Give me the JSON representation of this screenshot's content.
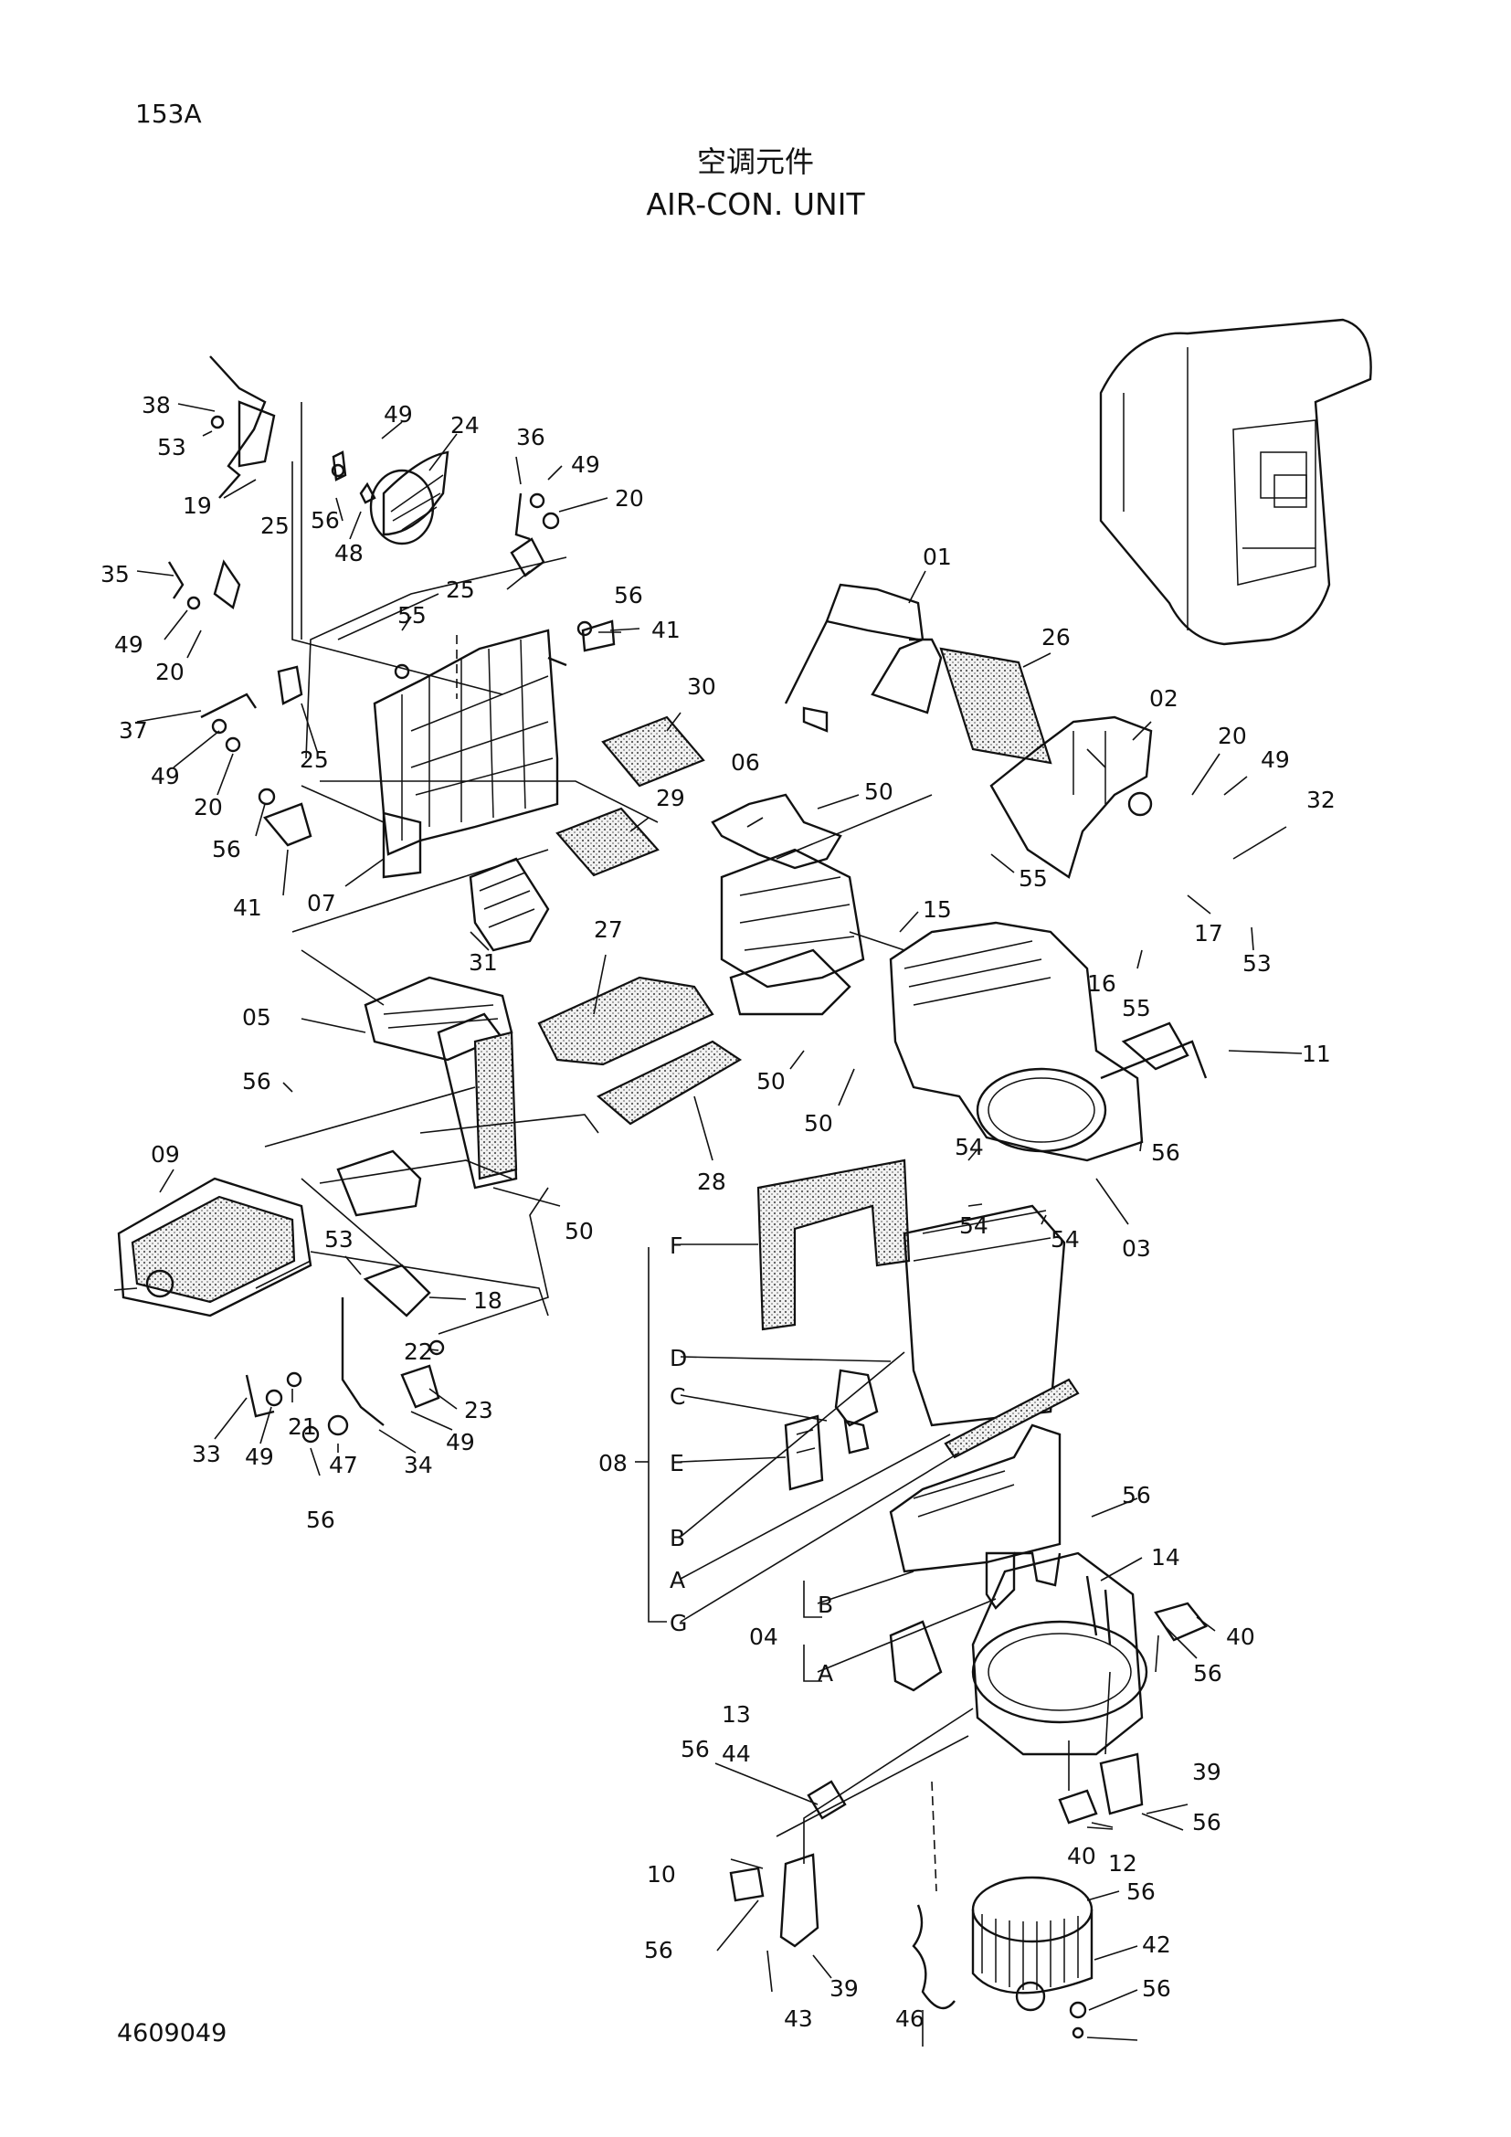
{
  "header": {
    "page_id": "153A",
    "title_cn": "空调元件",
    "title_en": "AIR-CON. UNIT"
  },
  "footer": {
    "doc_number": "4609049"
  },
  "callouts": [
    "38",
    "53",
    "19",
    "49",
    "24",
    "56",
    "48",
    "36",
    "49",
    "20",
    "25",
    "35",
    "49",
    "20",
    "25",
    "55",
    "56",
    "41",
    "37",
    "49",
    "20",
    "25",
    "56",
    "41",
    "07",
    "30",
    "29",
    "01",
    "26",
    "02",
    "20",
    "49",
    "32",
    "06",
    "50",
    "15",
    "55",
    "17",
    "53",
    "16",
    "55",
    "31",
    "27",
    "05",
    "56",
    "11",
    "50",
    "50",
    "09",
    "28",
    "54",
    "54",
    "54",
    "03",
    "56",
    "50",
    "53",
    "18",
    "22",
    "23",
    "49",
    "33",
    "49",
    "21",
    "47",
    "34",
    "56",
    "F",
    "D",
    "C",
    "E",
    "B",
    "A",
    "G",
    "08",
    "56",
    "14",
    "40",
    "04",
    "B",
    "A",
    "56",
    "13",
    "44",
    "56",
    "39",
    "56",
    "12",
    "40",
    "10",
    "56",
    "56",
    "39",
    "43",
    "42",
    "46",
    "56"
  ]
}
